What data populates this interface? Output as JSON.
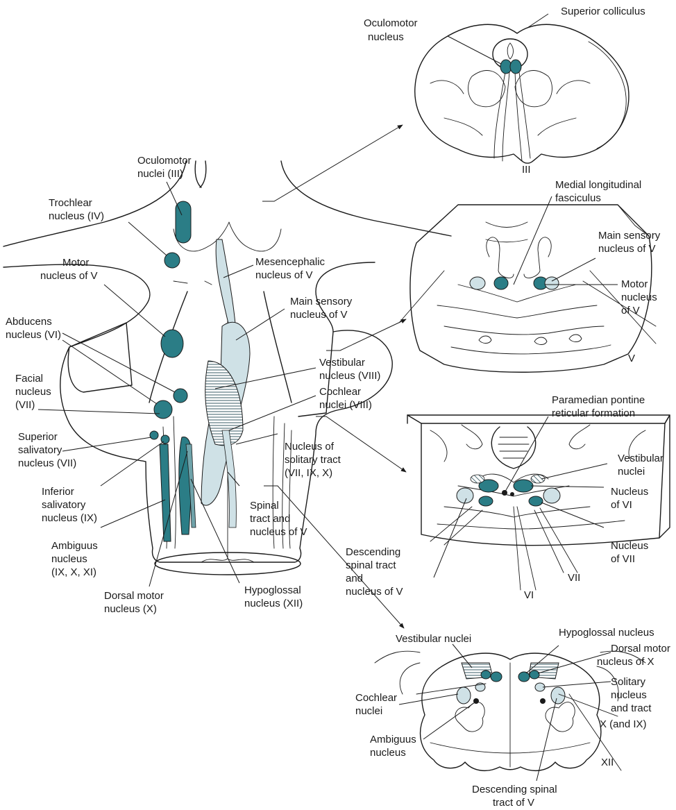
{
  "colors": {
    "motor_nucleus": "#2b7d86",
    "sensory_nucleus": "#cfe1e6",
    "vestibular_hatch": "#4a6a72",
    "line": "#1a1a1a",
    "background": "#ffffff"
  },
  "left_labels": {
    "oculomotor_nuclei": [
      "Oculomotor",
      "nuclei (III)"
    ],
    "trochlear": [
      "Trochlear",
      "nucleus (IV)"
    ],
    "motor_v": [
      "Motor",
      "nucleus of V"
    ],
    "abducens": [
      "Abducens",
      "nucleus (VI)"
    ],
    "facial": [
      "Facial",
      "nucleus",
      "(VII)"
    ],
    "superior_salivatory": [
      "Superior",
      "salivatory",
      "nucleus (VII)"
    ],
    "inferior_salivatory": [
      "Inferior",
      "salivatory",
      "nucleus (IX)"
    ],
    "ambiguus": [
      "Ambiguus",
      "nucleus",
      "(IX, X, XI)"
    ],
    "dorsal_motor": [
      "Dorsal motor",
      "nucleus (X)"
    ],
    "hypoglossal": [
      "Hypoglossal",
      "nucleus (XII)"
    ],
    "spinal_tract": [
      "Spinal",
      "tract and",
      "nucleus of V"
    ],
    "solitary": [
      "Nucleus of",
      "solitary tract",
      "(VII, IX, X)"
    ],
    "cochlear": [
      "Cochlear",
      "nuclei (VIII)"
    ],
    "vestibular": [
      "Vestibular",
      "nucleus (VIII)"
    ],
    "main_sensory": [
      "Main sensory",
      "nucleus of V"
    ],
    "mesencephalic": [
      "Mesencephalic",
      "nucleus of V"
    ]
  },
  "midbrain_section": {
    "superior_colliculus": "Superior colliculus",
    "oculomotor_nucleus": [
      "Oculomotor",
      "nucleus"
    ],
    "nerve": "III"
  },
  "pons_section": {
    "mlf": [
      "Medial longitudinal",
      "fasciculus"
    ],
    "main_sensory": [
      "Main sensory",
      "nucleus of V"
    ],
    "motor_nucleus": [
      "Motor",
      "nucleus",
      "of V"
    ],
    "nerve": "V"
  },
  "lower_pons_section": {
    "pprf": [
      "Paramedian pontine",
      "reticular formation"
    ],
    "vestibular_nuclei": [
      "Vestibular",
      "nuclei"
    ],
    "nucleus_vi": [
      "Nucleus",
      "of VI"
    ],
    "nucleus_vii": [
      "Nucleus",
      "of VII"
    ],
    "descending_spinal": [
      "Descending",
      "spinal tract",
      "and",
      "nucleus of V"
    ],
    "nerve_vii": "VII",
    "nerve_vi": "VI"
  },
  "medulla_section": {
    "vestibular_nuclei": "Vestibular nuclei",
    "hypoglossal_nucleus": "Hypoglossal nucleus",
    "dorsal_motor": [
      "Dorsal motor",
      "nucleus of X"
    ],
    "solitary": [
      "Solitary",
      "nucleus",
      "and tract"
    ],
    "cochlear": [
      "Cochlear",
      "nuclei"
    ],
    "ambiguus": [
      "Ambiguus",
      "nucleus"
    ],
    "nerve_x": "X (and IX)",
    "nerve_xii": "XII",
    "descending_spinal": [
      "Descending spinal",
      "tract of V"
    ]
  }
}
